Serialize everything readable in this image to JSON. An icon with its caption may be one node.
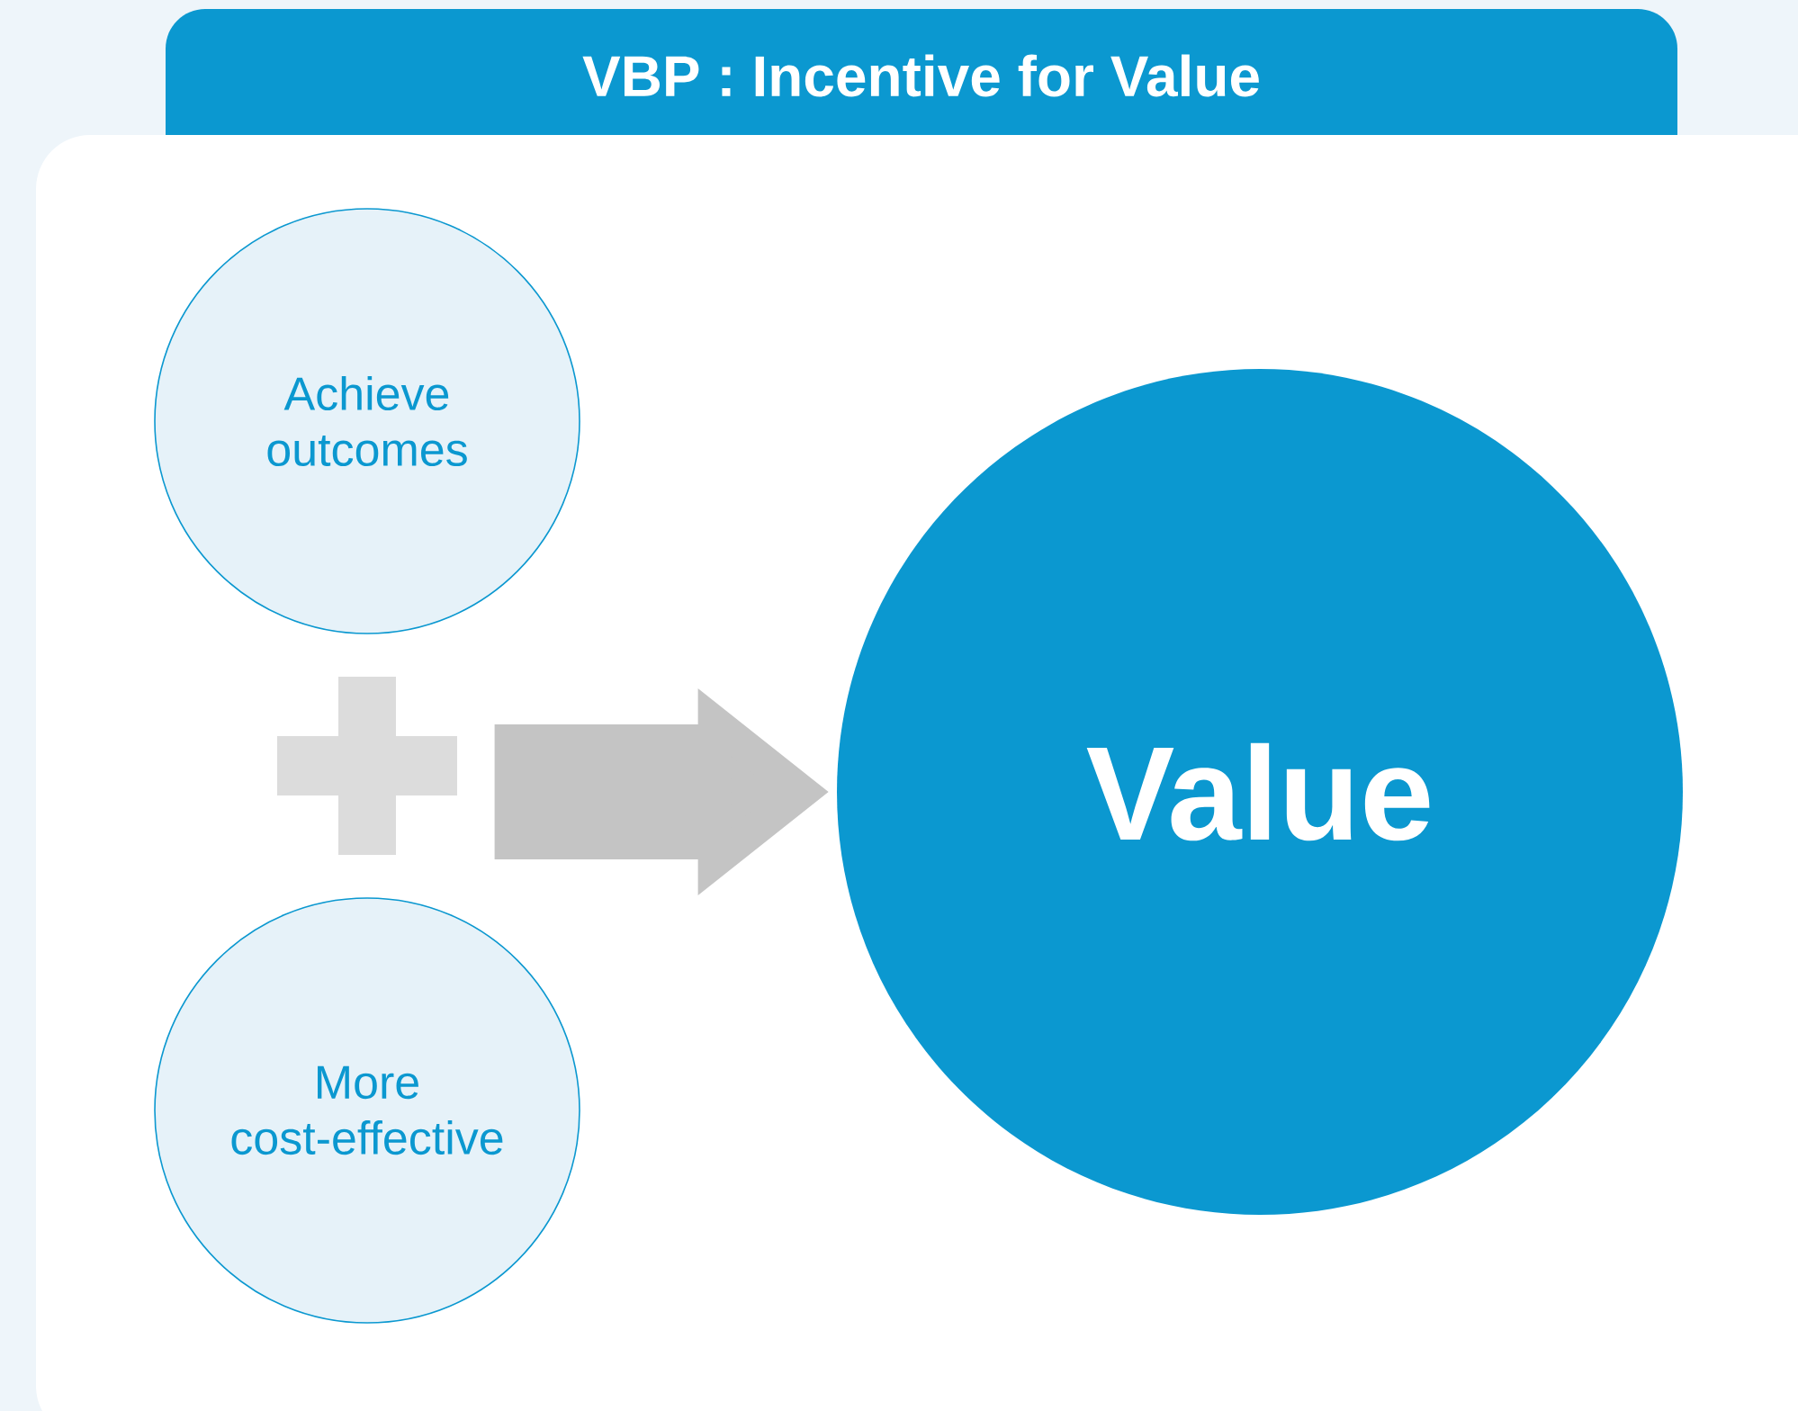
{
  "diagram": {
    "title": "VBP : Incentive for Value",
    "nodes": [
      {
        "text": [
          "Achieve outcomes"
        ]
      },
      {
        "text": [
          "More cost-effective"
        ]
      },
      {
        "text": [
          "Value"
        ]
      }
    ],
    "edges": [
      {
        "from": null,
        "to": 2,
        "arrow": "to"
      }
    ]
  }
}
